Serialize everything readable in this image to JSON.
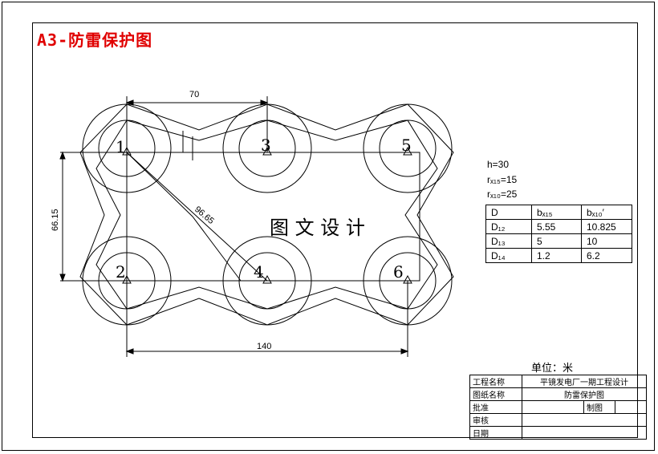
{
  "title": "A3-防雷保护图",
  "watermark": "图 文 设 计",
  "diagram": {
    "node_labels": [
      "1",
      "2",
      "3",
      "4",
      "5",
      "6"
    ],
    "dimensions": {
      "top_spacing": "70",
      "vertical_spacing": "66.15",
      "diagonal": "96.65",
      "bottom_spacing": "140"
    }
  },
  "params": {
    "h": "h=30",
    "rx15": "rₓ₁₅=15",
    "rx10": "rₓ₁₀=25"
  },
  "table": {
    "headers": [
      "D",
      "bₓ₁₅",
      "bₓ₁₀′"
    ],
    "rows": [
      [
        "D₁₂",
        "5.55",
        "10.825"
      ],
      [
        "D₁₃",
        "5",
        "10"
      ],
      [
        "D₁₄",
        "1.2",
        "6.2"
      ]
    ]
  },
  "unit": "单位：米",
  "title_block": {
    "project_label": "工程名称",
    "project_value": "平镜发电厂一期工程设计",
    "drawing_label": "图纸名称",
    "drawing_value": "防雷保护图",
    "approve_label": "批准",
    "drawn_label": "制图",
    "review_label": "审核",
    "date_label": "日期"
  },
  "colors": {
    "title": "#e00000",
    "lines": "#000000"
  }
}
